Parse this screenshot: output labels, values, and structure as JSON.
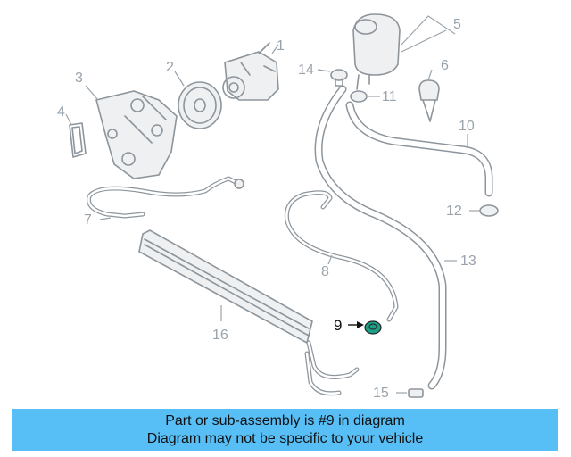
{
  "callouts": {
    "c1": "1",
    "c2": "2",
    "c3": "3",
    "c4": "4",
    "c5": "5",
    "c6": "6",
    "c7": "7",
    "c8": "8",
    "c9": "9",
    "c10": "10",
    "c11": "11",
    "c12": "12",
    "c13": "13",
    "c14": "14",
    "c15": "15",
    "c16": "16"
  },
  "highlight_part": "9",
  "colors": {
    "banner": "#58bff6",
    "highlight_part": "#1e9e86",
    "line_art": "#8d959c"
  },
  "banner": {
    "line1": "Part or sub-assembly is #9 in diagram",
    "line2": "Diagram may not be specific to your vehicle"
  }
}
